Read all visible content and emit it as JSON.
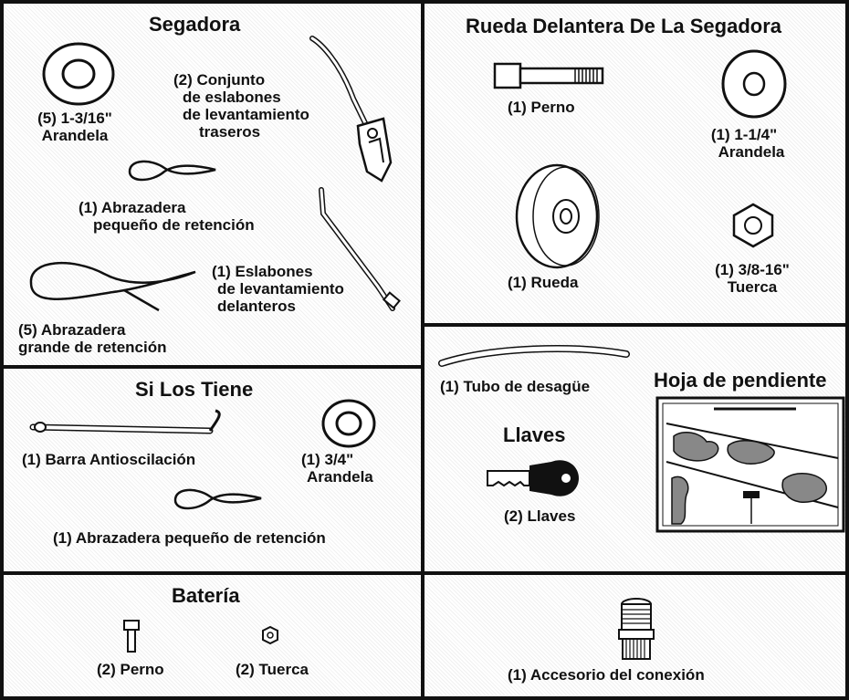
{
  "segadora": {
    "title": "Segadora",
    "washer_label": [
      "(5) 1-3/16\"",
      "Arandela"
    ],
    "rear_links_label": [
      "(2) Conjunto",
      "de eslabones",
      "de levantamiento",
      "traseros"
    ],
    "small_clip_label": [
      "(1) Abrazadera",
      "pequeño de retención"
    ],
    "front_links_label": [
      "(1) Eslabones",
      "de levantamiento",
      "delanteros"
    ],
    "large_clip_label": [
      "(5) Abrazadera",
      "grande de retención"
    ]
  },
  "rueda": {
    "title": "Rueda Delantera De La Segadora",
    "bolt_label": "(1) Perno",
    "washer_label": [
      "(1) 1-1/4\"",
      "Arandela"
    ],
    "wheel_label": "(1) Rueda",
    "nut_label": [
      "(1) 3/8-16\"",
      "Tuerca"
    ]
  },
  "si_los_tiene": {
    "title": "Si Los Tiene",
    "bar_label": "(1) Barra Antioscilación",
    "washer_label": [
      "(1) 3/4\"",
      "Arandela"
    ],
    "clip_label": "(1) Abrazadera pequeño de retención"
  },
  "misc": {
    "tube_label": "(1) Tubo de desagüe",
    "keys_title": "Llaves",
    "keys_label": "(2) Llaves",
    "slope_title": "Hoja de pendiente"
  },
  "bateria": {
    "title": "Batería",
    "bolt_label": "(2) Perno",
    "nut_label": "(2) Tuerca"
  },
  "accesorio": {
    "label": "(1) Accesorio del conexión"
  }
}
